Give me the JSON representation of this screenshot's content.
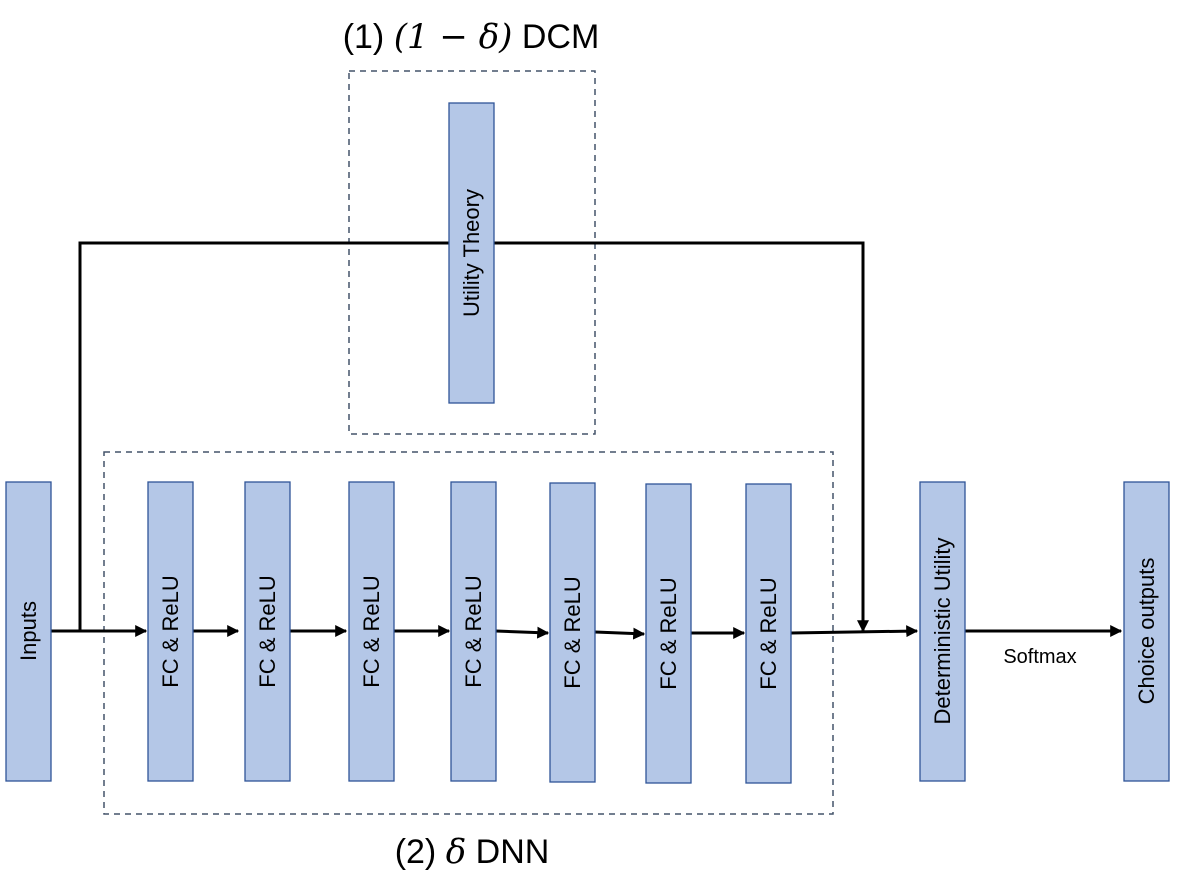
{
  "groups": {
    "dcm": {
      "prefix": "(1) ",
      "math": "(1 − δ)",
      "suffix": " DCM"
    },
    "dnn": {
      "prefix": "(2) ",
      "math": "δ",
      "suffix": " DNN"
    }
  },
  "blocks": {
    "inputs": "Inputs",
    "utility_theory": "Utility Theory",
    "fc_layers": [
      "FC & ReLU",
      "FC & ReLU",
      "FC & ReLU",
      "FC & ReLU",
      "FC & ReLU",
      "FC & ReLU",
      "FC & ReLU"
    ],
    "deterministic_utility": "Deterministic Utility",
    "choice_outputs": "Choice outputs"
  },
  "edge_labels": {
    "softmax": "Softmax"
  }
}
